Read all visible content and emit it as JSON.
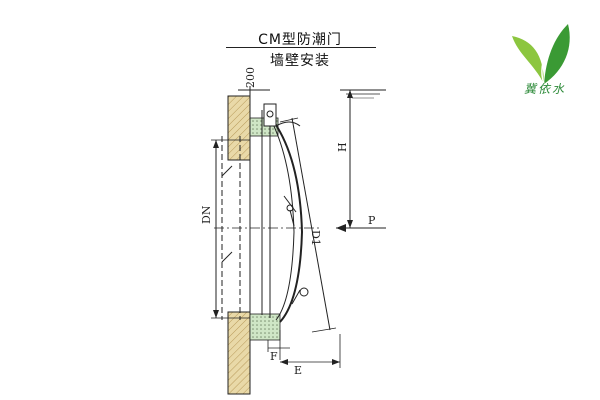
{
  "title": {
    "line1": "CM型防潮门",
    "line2": "墙壁安装"
  },
  "dimensions": {
    "wall_thickness": "200",
    "nominal_diameter": "DN",
    "outer_diameter": "D1",
    "height": "H",
    "pressure": "P",
    "offset_f": "F",
    "offset_e": "E"
  },
  "logo": {
    "text": "冀依水",
    "colors": {
      "leaf_dark": "#3a9a34",
      "leaf_light": "#8cc63f",
      "water": "#2e8b3a"
    }
  },
  "colors": {
    "line": "#222222",
    "wall_fill": "#e9d9a8",
    "gravel_fill": "#cfe6c6"
  }
}
